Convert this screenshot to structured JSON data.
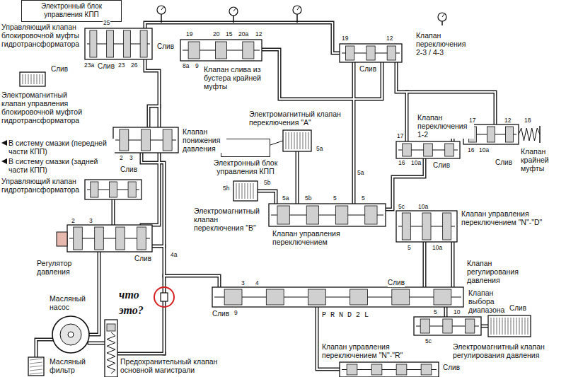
{
  "diagram": {
    "nodes": [
      {
        "text": [
          "Электронный блок управления КПП"
        ]
      },
      {
        "text": [
          "Электронный блок управления КПП"
        ]
      }
    ],
    "labels": [
      "Управляющий клапан блокировочной муфты гидротрансформатора",
      "25",
      "19",
      "20",
      "15",
      "20a",
      "12",
      "19",
      "12",
      "Слив",
      "23a",
      "Слив",
      "23",
      "26",
      "8a",
      "9",
      "Клапан слива из бустера крайней муфты",
      "Слив",
      "Клапан переключения 2-3 / 4-3",
      "Слив",
      "Электромагнитный клапан управления блокировочной муфтой гидротрансформатора",
      "Электромагнитный клапан переключения \"A\"",
      "Клапан переключения 1-2",
      "17",
      "17",
      "12",
      "18",
      "Клапан понижения давления",
      "В систему смазки (передней части КПП)",
      "5a",
      "16",
      "10a",
      "Клапан крайней муфты",
      "2",
      "3",
      "В систему смазки (задней части КПП)",
      "Слив",
      "16",
      "10a",
      "Слив",
      "Слив",
      "5a",
      "Управляющий клапан гидротрансформатора",
      "5b",
      "5h",
      "5a",
      "5b",
      "5",
      "5",
      "5c",
      "10a",
      "Электромагнитный клапан переключения \"B\"",
      "Клапан управления переключением \"N\"-\"D\"",
      "2",
      "3",
      "Клапан управления переключением",
      "5",
      "10a",
      "4a",
      "Слив",
      "Регулятор давления",
      "Клапан регулирования давления",
      "3",
      "4",
      "Слив",
      "что это?",
      "Масляный насос",
      "Клапан выбора диапазона",
      "Слив",
      "Слив",
      "9",
      "5",
      "10",
      "P R N D 2 L",
      "5c",
      "Клапан управления переключением \"N\"-\"R\"",
      "Электромагнитный клапан регулирования давления",
      "Масляный фильтр",
      "Предохранительный клапан основной магистрали",
      "Слив"
    ]
  }
}
